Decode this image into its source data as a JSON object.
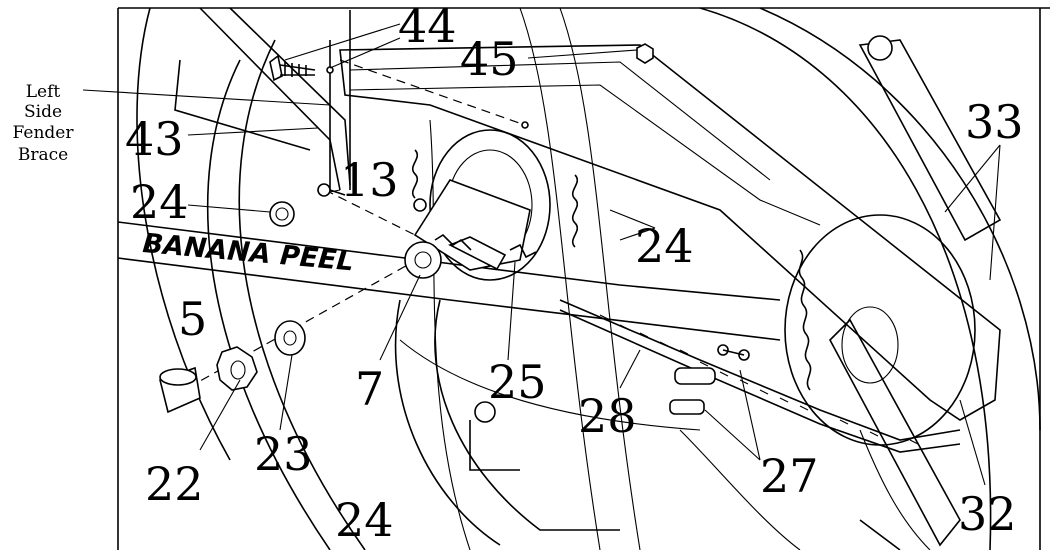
{
  "side_label": [
    "Left",
    "Side",
    "Fender",
    "Brace"
  ],
  "decal_text": "BANANA PEEL",
  "callouts": {
    "c5": "5",
    "c7": "7",
    "c13": "13",
    "c22": "22",
    "c23": "23",
    "c24a": "24",
    "c24b": "24",
    "c24c": "24",
    "c25": "25",
    "c27": "27",
    "c28": "28",
    "c32": "32",
    "c33": "33",
    "c43": "43",
    "c44": "44",
    "c45": "45"
  }
}
